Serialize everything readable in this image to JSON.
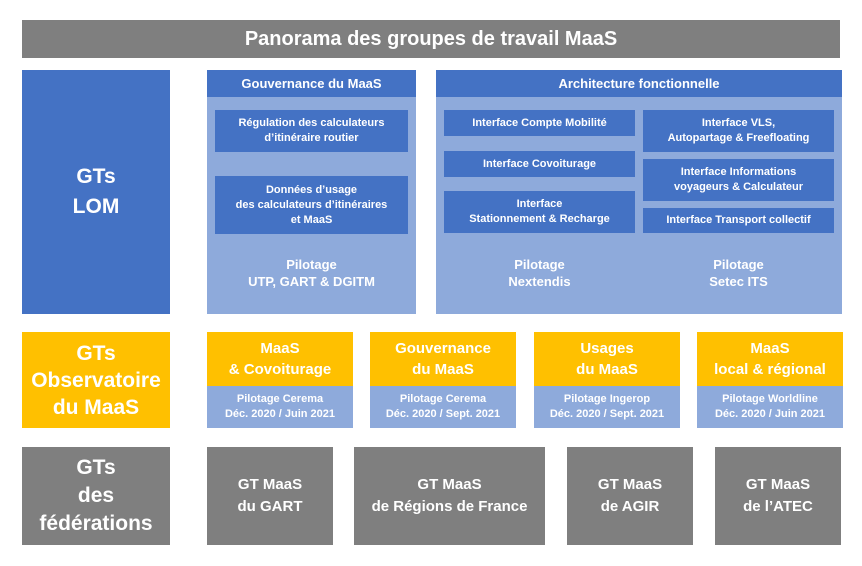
{
  "title": "Panorama des groupes de travail MaaS",
  "rows": {
    "lom": "GTs\nLOM",
    "observatoire": "GTs\nObservatoire\ndu MaaS",
    "federations": "GTs\ndes\nfédérations"
  },
  "gouvernance": {
    "header": "Gouvernance du MaaS",
    "items": [
      "Régulation des calculateurs\nd’itinéraire routier",
      "Données d’usage\ndes calculateurs d’itinéraires\net MaaS"
    ],
    "pilotage": "Pilotage\nUTP, GART & DGITM"
  },
  "architecture": {
    "header": "Architecture fonctionnelle",
    "left_items": [
      "Interface Compte Mobilité",
      "Interface Covoiturage",
      "Interface\nStationnement & Recharge"
    ],
    "right_items": [
      "Interface VLS,\nAutopartage & Freefloating",
      "Interface Informations\nvoyageurs & Calculateur",
      "Interface Transport collectif"
    ],
    "pilotage_left": "Pilotage\nNextendis",
    "pilotage_right": "Pilotage\nSetec ITS"
  },
  "observatoire_cards": [
    {
      "title": "MaaS\n& Covoiturage",
      "detail": "Pilotage Cerema\nDéc. 2020 / Juin 2021"
    },
    {
      "title": "Gouvernance\ndu MaaS",
      "detail": "Pilotage Cerema\nDéc. 2020 / Sept. 2021"
    },
    {
      "title": "Usages\ndu MaaS",
      "detail": "Pilotage Ingerop\nDéc. 2020 / Sept. 2021"
    },
    {
      "title": "MaaS\nlocal & régional",
      "detail": "Pilotage Worldline\nDéc. 2020 / Juin 2021"
    }
  ],
  "federations": [
    "GT MaaS\ndu GART",
    "GT MaaS\nde Régions de France",
    "GT MaaS\nde AGIR",
    "GT MaaS\nde l’ATEC"
  ],
  "colors": {
    "gray": "#7f7f7f",
    "blue": "#4472c4",
    "light_blue": "#8eaadb",
    "yellow": "#ffc000"
  }
}
